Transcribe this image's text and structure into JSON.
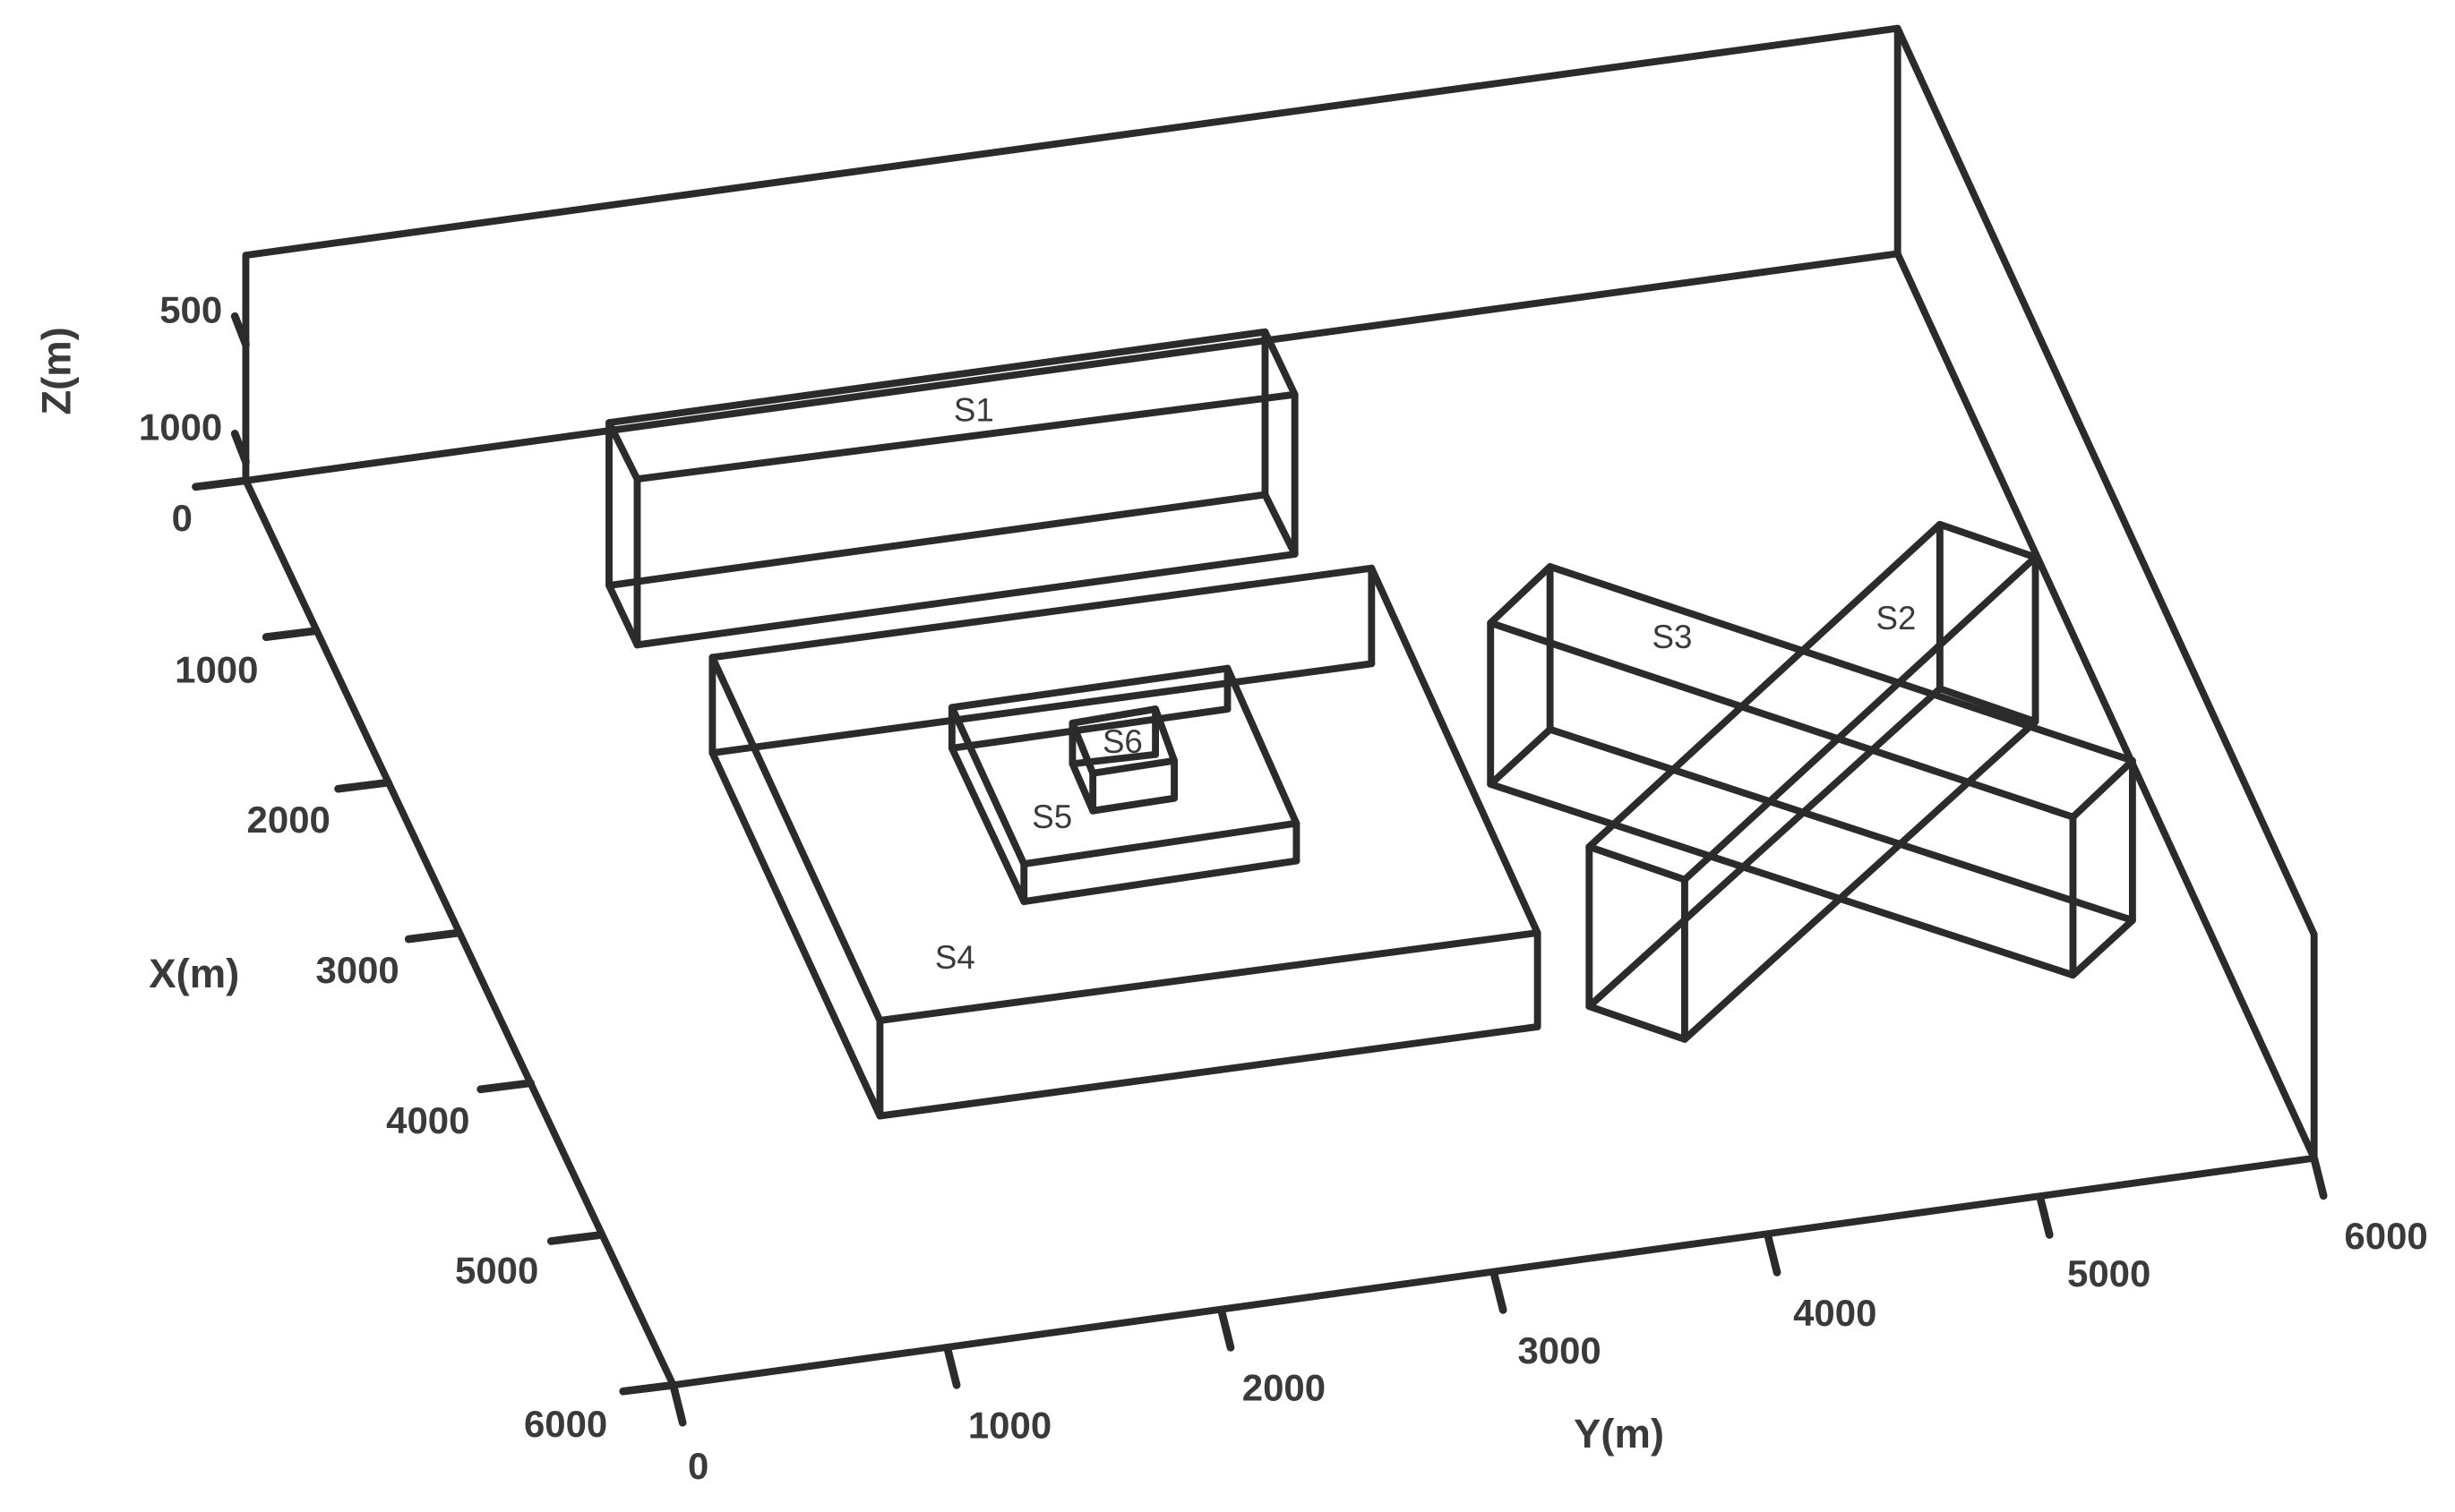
{
  "axes": {
    "x": {
      "label": "X(m)",
      "ticks": [
        "0",
        "1000",
        "2000",
        "3000",
        "4000",
        "5000",
        "6000"
      ]
    },
    "y": {
      "label": "Y(m)",
      "ticks": [
        "0",
        "1000",
        "2000",
        "3000",
        "4000",
        "5000",
        "6000"
      ]
    },
    "z": {
      "label": "Z(m)",
      "ticks": [
        "500",
        "1000"
      ]
    }
  },
  "bodies": [
    {
      "id": "s1",
      "label": "S1"
    },
    {
      "id": "s2",
      "label": "S2"
    },
    {
      "id": "s3",
      "label": "S3"
    },
    {
      "id": "s4",
      "label": "S4"
    },
    {
      "id": "s5",
      "label": "S5"
    },
    {
      "id": "s6",
      "label": "S6"
    }
  ],
  "colors": {
    "line": "#2b2b2b",
    "text": "#3a3a3a",
    "background": "#ffffff"
  }
}
